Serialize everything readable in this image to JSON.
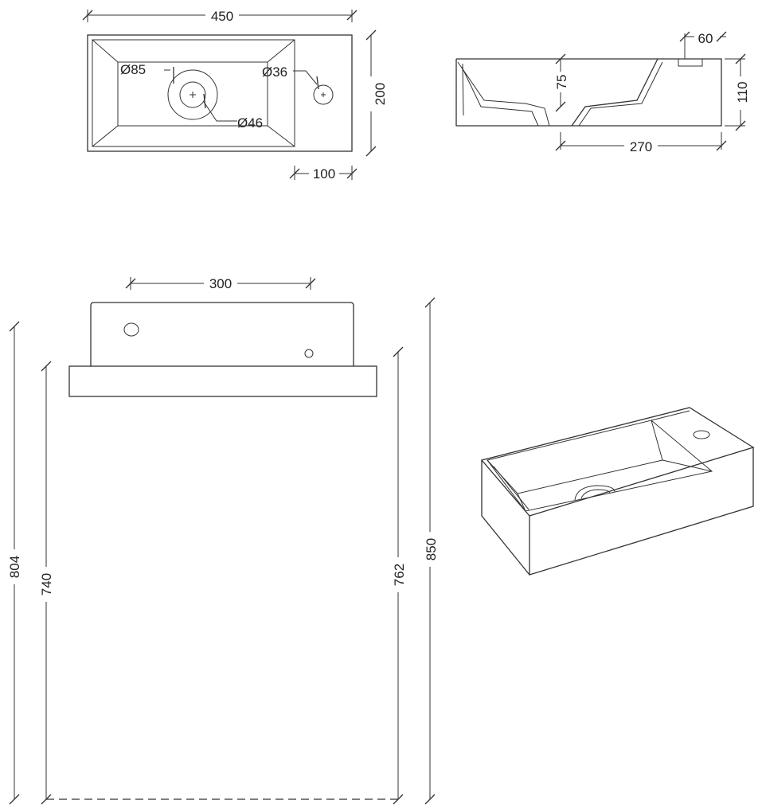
{
  "top_view": {
    "width_label": "450",
    "depth_label": "200",
    "waste_outer_label": "Ø85",
    "waste_inner_label": "Ø46",
    "tap_hole_label": "Ø36",
    "tap_offset_label": "100"
  },
  "section_view": {
    "rim_label": "60",
    "bowl_depth_label": "75",
    "height_label": "110",
    "length_label": "270"
  },
  "front_view": {
    "width_label": "300",
    "dim_804": "804",
    "dim_740": "740",
    "dim_762": "762",
    "dim_850": "850"
  }
}
